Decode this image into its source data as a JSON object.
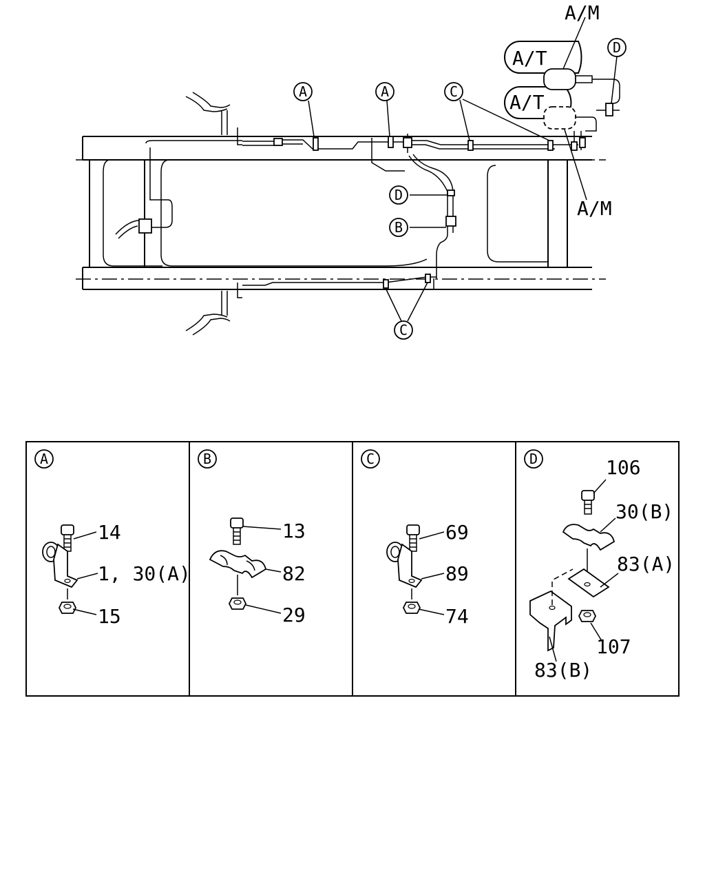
{
  "callouts": {
    "a": "A",
    "b": "B",
    "c": "C",
    "d": "D"
  },
  "tank_labels": {
    "at": "A/T",
    "am": "A/M"
  },
  "panels": [
    {
      "key": "A",
      "parts": [
        "14",
        "1, 30(A)",
        "15"
      ]
    },
    {
      "key": "B",
      "parts": [
        "13",
        "82",
        "29"
      ]
    },
    {
      "key": "C",
      "parts": [
        "69",
        "89",
        "74"
      ]
    },
    {
      "key": "D",
      "parts": [
        "106",
        "30(B)",
        "83(A)",
        "107",
        "83(B)"
      ]
    }
  ]
}
